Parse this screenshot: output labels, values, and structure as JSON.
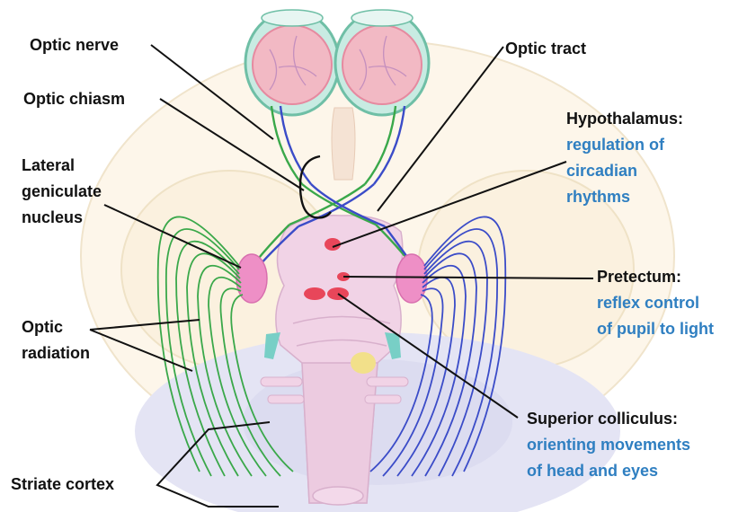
{
  "labels": {
    "optic_nerve": "Optic nerve",
    "optic_chiasm": "Optic chiasm",
    "lgn": [
      "Lateral",
      "geniculate",
      "nucleus"
    ],
    "optic_radiation": [
      "Optic",
      "radiation"
    ],
    "striate_cortex": "Striate cortex",
    "optic_tract": "Optic tract",
    "hypothalamus": {
      "title": "Hypothalamus:",
      "function": [
        "regulation of",
        "circadian",
        "rhythms"
      ]
    },
    "pretectum": {
      "title": "Pretectum:",
      "function": [
        "reflex control",
        "of pupil to light"
      ]
    },
    "superior_colliculus": {
      "title": "Superior colliculus:",
      "function": [
        "orienting movements",
        "of head and eyes"
      ]
    }
  },
  "colors": {
    "function_text": "#2f7fc1",
    "left_pathway": "#3aa84a",
    "right_pathway": "#3b4cc8",
    "nucleus_highlight": "#e8465a",
    "lgn": "#ee8fc6",
    "eyeball": "#f2b9c4"
  }
}
